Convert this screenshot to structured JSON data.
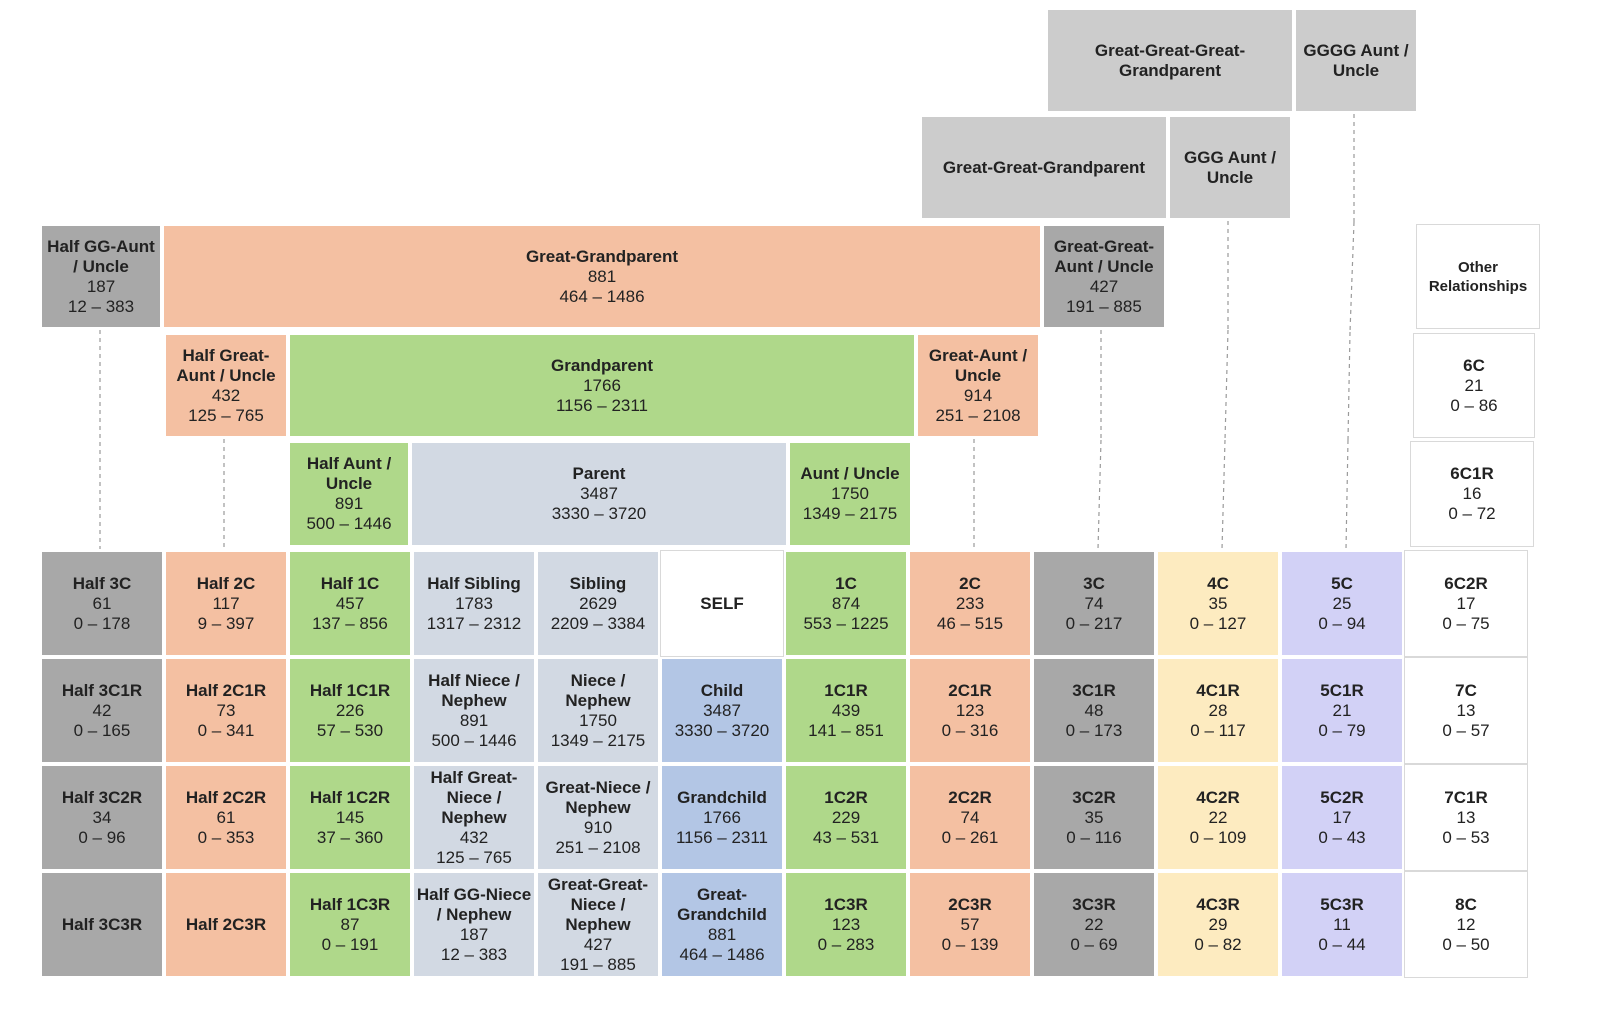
{
  "colors": {
    "gray": "#a8a8a8",
    "light_gray": "#cccccc",
    "salmon": "#f4c0a2",
    "green": "#afd88a",
    "blue_gray": "#d2d9e3",
    "blue": "#b3c6e5",
    "yellow": "#fdebc0",
    "lavender": "#d2d1f6",
    "white": "#ffffff"
  },
  "cells": [
    {
      "id": "great-great-great-grandparent",
      "name": "Great-Great-Great-\nGrandparent",
      "cm": "",
      "range": "",
      "color": "light_gray"
    },
    {
      "id": "gggg-aunt-uncle",
      "name": "GGGG Aunt /\nUncle",
      "cm": "",
      "range": "",
      "color": "light_gray"
    },
    {
      "id": "great-great-grandparent",
      "name": "Great-Great-Grandparent",
      "cm": "",
      "range": "",
      "color": "light_gray"
    },
    {
      "id": "ggg-aunt-uncle",
      "name": "GGG Aunt /\nUncle",
      "cm": "",
      "range": "",
      "color": "light_gray"
    },
    {
      "id": "half-gg-aunt-uncle",
      "name": "Half GG-Aunt\n/ Uncle",
      "cm": "187",
      "range": "12 – 383",
      "color": "gray"
    },
    {
      "id": "great-grandparent",
      "name": "Great-Grandparent",
      "cm": "881",
      "range": "464 – 1486",
      "color": "salmon"
    },
    {
      "id": "great-great-aunt-uncle",
      "name": "Great-Great-\nAunt / Uncle",
      "cm": "427",
      "range": "191 – 885",
      "color": "gray"
    },
    {
      "id": "other-relationships",
      "name": "Other\nRelationships",
      "cm": "",
      "range": "",
      "color": "white"
    },
    {
      "id": "half-great-aunt-uncle",
      "name": "Half Great-\nAunt / Uncle",
      "cm": "432",
      "range": "125 – 765",
      "color": "salmon"
    },
    {
      "id": "grandparent",
      "name": "Grandparent",
      "cm": "1766",
      "range": "1156 – 2311",
      "color": "green"
    },
    {
      "id": "great-aunt-uncle",
      "name": "Great-Aunt /\nUncle",
      "cm": "914",
      "range": "251 – 2108",
      "color": "salmon"
    },
    {
      "id": "6c",
      "name": "6C",
      "cm": "21",
      "range": "0 – 86",
      "color": "white"
    },
    {
      "id": "half-aunt-uncle",
      "name": "Half Aunt /\nUncle",
      "cm": "891",
      "range": "500 – 1446",
      "color": "green"
    },
    {
      "id": "parent",
      "name": "Parent",
      "cm": "3487",
      "range": "3330 – 3720",
      "color": "blue_gray"
    },
    {
      "id": "aunt-uncle",
      "name": "Aunt / Uncle",
      "cm": "1750",
      "range": "1349 – 2175",
      "color": "green"
    },
    {
      "id": "6c1r",
      "name": "6C1R",
      "cm": "16",
      "range": "0 – 72",
      "color": "white"
    },
    {
      "id": "half-3c",
      "name": "Half 3C",
      "cm": "61",
      "range": "0 – 178",
      "color": "gray"
    },
    {
      "id": "half-2c",
      "name": "Half 2C",
      "cm": "117",
      "range": "9 – 397",
      "color": "salmon"
    },
    {
      "id": "half-1c",
      "name": "Half 1C",
      "cm": "457",
      "range": "137 – 856",
      "color": "green"
    },
    {
      "id": "half-sibling",
      "name": "Half Sibling",
      "cm": "1783",
      "range": "1317 – 2312",
      "color": "blue_gray"
    },
    {
      "id": "sibling",
      "name": "Sibling",
      "cm": "2629",
      "range": "2209 – 3384",
      "color": "blue_gray"
    },
    {
      "id": "self",
      "name": "SELF",
      "cm": "",
      "range": "",
      "color": "white"
    },
    {
      "id": "1c",
      "name": "1C",
      "cm": "874",
      "range": "553 – 1225",
      "color": "green"
    },
    {
      "id": "2c",
      "name": "2C",
      "cm": "233",
      "range": "46 – 515",
      "color": "salmon"
    },
    {
      "id": "3c",
      "name": "3C",
      "cm": "74",
      "range": "0 – 217",
      "color": "gray"
    },
    {
      "id": "4c",
      "name": "4C",
      "cm": "35",
      "range": "0 – 127",
      "color": "yellow"
    },
    {
      "id": "5c",
      "name": "5C",
      "cm": "25",
      "range": "0 – 94",
      "color": "lavender"
    },
    {
      "id": "6c2r",
      "name": "6C2R",
      "cm": "17",
      "range": "0 – 75",
      "color": "white"
    },
    {
      "id": "half-3c1r",
      "name": "Half 3C1R",
      "cm": "42",
      "range": "0 – 165",
      "color": "gray"
    },
    {
      "id": "half-2c1r",
      "name": "Half 2C1R",
      "cm": "73",
      "range": "0 – 341",
      "color": "salmon"
    },
    {
      "id": "half-1c1r",
      "name": "Half 1C1R",
      "cm": "226",
      "range": "57 – 530",
      "color": "green"
    },
    {
      "id": "half-niece-nephew",
      "name": "Half Niece /\nNephew",
      "cm": "891",
      "range": "500 – 1446",
      "color": "blue_gray"
    },
    {
      "id": "niece-nephew",
      "name": "Niece /\nNephew",
      "cm": "1750",
      "range": "1349 – 2175",
      "color": "blue_gray"
    },
    {
      "id": "child",
      "name": "Child",
      "cm": "3487",
      "range": "3330 – 3720",
      "color": "blue"
    },
    {
      "id": "1c1r",
      "name": "1C1R",
      "cm": "439",
      "range": "141 – 851",
      "color": "green"
    },
    {
      "id": "2c1r",
      "name": "2C1R",
      "cm": "123",
      "range": "0 – 316",
      "color": "salmon"
    },
    {
      "id": "3c1r",
      "name": "3C1R",
      "cm": "48",
      "range": "0 – 173",
      "color": "gray"
    },
    {
      "id": "4c1r",
      "name": "4C1R",
      "cm": "28",
      "range": "0 – 117",
      "color": "yellow"
    },
    {
      "id": "5c1r",
      "name": "5C1R",
      "cm": "21",
      "range": "0 – 79",
      "color": "lavender"
    },
    {
      "id": "7c",
      "name": "7C",
      "cm": "13",
      "range": "0 – 57",
      "color": "white"
    },
    {
      "id": "half-3c2r",
      "name": "Half 3C2R",
      "cm": "34",
      "range": "0 – 96",
      "color": "gray"
    },
    {
      "id": "half-2c2r",
      "name": "Half 2C2R",
      "cm": "61",
      "range": "0 – 353",
      "color": "salmon"
    },
    {
      "id": "half-1c2r",
      "name": "Half 1C2R",
      "cm": "145",
      "range": "37 – 360",
      "color": "green"
    },
    {
      "id": "half-great-niece-nephew",
      "name": "Half Great-\nNiece /\nNephew",
      "cm": "432",
      "range": "125 – 765",
      "color": "blue_gray"
    },
    {
      "id": "great-niece-nephew",
      "name": "Great-Niece /\nNephew",
      "cm": "910",
      "range": "251 – 2108",
      "color": "blue_gray"
    },
    {
      "id": "grandchild",
      "name": "Grandchild",
      "cm": "1766",
      "range": "1156 – 2311",
      "color": "blue"
    },
    {
      "id": "1c2r",
      "name": "1C2R",
      "cm": "229",
      "range": "43 – 531",
      "color": "green"
    },
    {
      "id": "2c2r",
      "name": "2C2R",
      "cm": "74",
      "range": "0 – 261",
      "color": "salmon"
    },
    {
      "id": "3c2r",
      "name": "3C2R",
      "cm": "35",
      "range": "0 – 116",
      "color": "gray"
    },
    {
      "id": "4c2r",
      "name": "4C2R",
      "cm": "22",
      "range": "0 – 109",
      "color": "yellow"
    },
    {
      "id": "5c2r",
      "name": "5C2R",
      "cm": "17",
      "range": "0 – 43",
      "color": "lavender"
    },
    {
      "id": "7c1r",
      "name": "7C1R",
      "cm": "13",
      "range": "0 – 53",
      "color": "white"
    },
    {
      "id": "half-3c3r",
      "name": "Half 3C3R",
      "cm": "",
      "range": "",
      "color": "gray"
    },
    {
      "id": "half-2c3r",
      "name": "Half 2C3R",
      "cm": "",
      "range": "",
      "color": "salmon"
    },
    {
      "id": "half-1c3r",
      "name": "Half 1C3R",
      "cm": "87",
      "range": "0 – 191",
      "color": "green"
    },
    {
      "id": "half-gg-niece-nephew",
      "name": "Half GG-Niece\n/ Nephew",
      "cm": "187",
      "range": "12 – 383",
      "color": "blue_gray"
    },
    {
      "id": "great-great-niece-nephew",
      "name": "Great-Great-\nNiece /\nNephew",
      "cm": "427",
      "range": "191 – 885",
      "color": "blue_gray"
    },
    {
      "id": "great-grandchild",
      "name": "Great-\nGrandchild",
      "cm": "881",
      "range": "464 – 1486",
      "color": "blue"
    },
    {
      "id": "1c3r",
      "name": "1C3R",
      "cm": "123",
      "range": "0 – 283",
      "color": "green"
    },
    {
      "id": "2c3r",
      "name": "2C3R",
      "cm": "57",
      "range": "0 – 139",
      "color": "salmon"
    },
    {
      "id": "3c3r",
      "name": "3C3R",
      "cm": "22",
      "range": "0 – 69",
      "color": "gray"
    },
    {
      "id": "4c3r",
      "name": "4C3R",
      "cm": "29",
      "range": "0 – 82",
      "color": "yellow"
    },
    {
      "id": "5c3r",
      "name": "5C3R",
      "cm": "11",
      "range": "0 – 44",
      "color": "lavender"
    },
    {
      "id": "8c",
      "name": "8C",
      "cm": "12",
      "range": "0 – 50",
      "color": "white"
    }
  ]
}
